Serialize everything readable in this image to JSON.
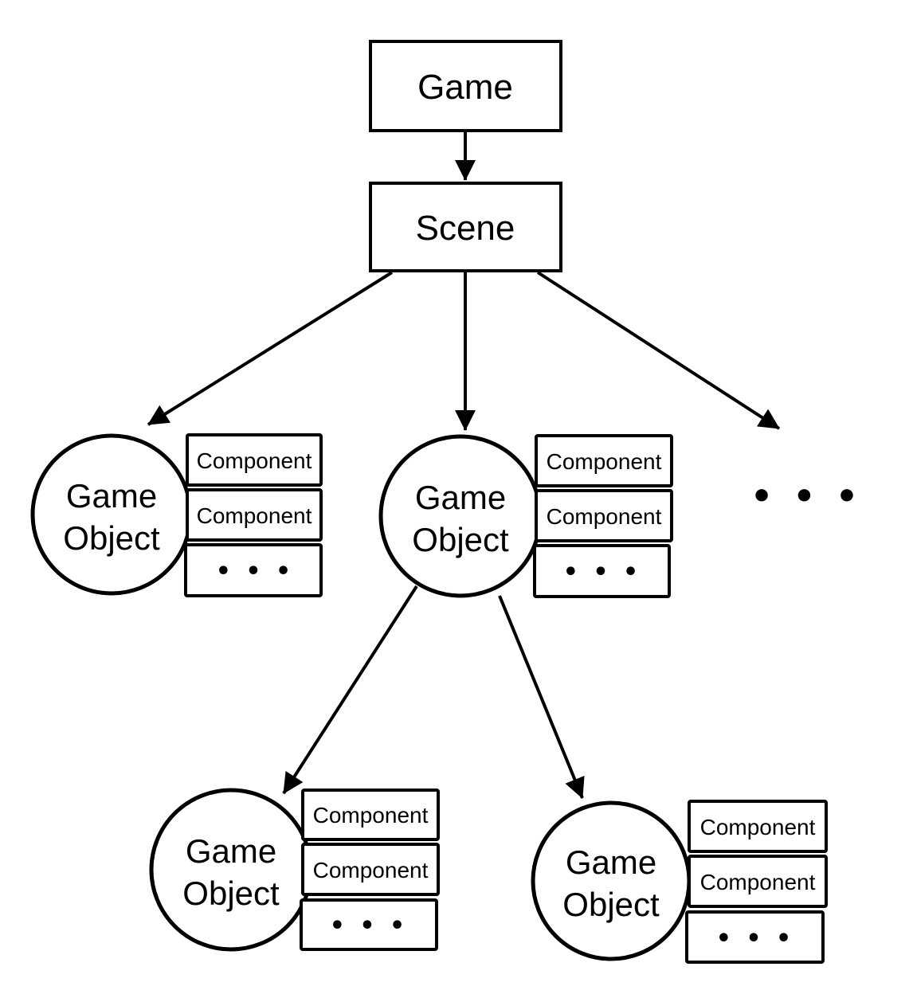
{
  "diagram": {
    "colors": {
      "background": "#ffffff",
      "stroke": "#000000",
      "text": "#000000"
    },
    "nodes": {
      "game": {
        "label": "Game"
      },
      "scene": {
        "label": "Scene"
      }
    },
    "objects": {
      "left": {
        "line1": "Game",
        "line2": "Object",
        "components": [
          "Component",
          "Component",
          "• • •"
        ]
      },
      "middle": {
        "line1": "Game",
        "line2": "Object",
        "components": [
          "Component",
          "Component",
          "• • •"
        ]
      },
      "bottom_left": {
        "line1": "Game",
        "line2": "Object",
        "components": [
          "Component",
          "Component",
          "• • •"
        ]
      },
      "bottom_right": {
        "line1": "Game",
        "line2": "Object",
        "components": [
          "Component",
          "Component",
          "• • •"
        ]
      }
    },
    "more_objects_ellipsis": "• • •"
  }
}
